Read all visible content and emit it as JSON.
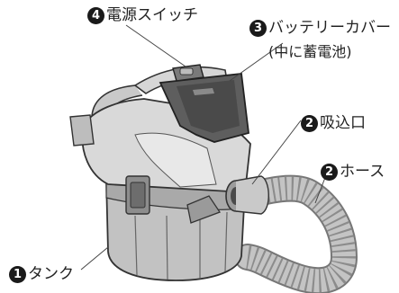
{
  "labels": {
    "switch": {
      "number": "4",
      "text": "電源スイッチ"
    },
    "battery": {
      "number": "3",
      "text": "バッテリーカバー",
      "sub": "(中に蓄電池)"
    },
    "inlet": {
      "number": "2",
      "text": "吸込口"
    },
    "hose": {
      "number": "2",
      "text": "ホース"
    },
    "tank": {
      "number": "1",
      "text": "タンク"
    }
  },
  "colors": {
    "body_light": "#dcdcdc",
    "body_mid": "#b8b8b8",
    "body_dark": "#8a8a8a",
    "battery": "#5e5e5e",
    "outline": "#333333",
    "hose": "#bdbdbd",
    "badge": "#1a1a1a"
  }
}
